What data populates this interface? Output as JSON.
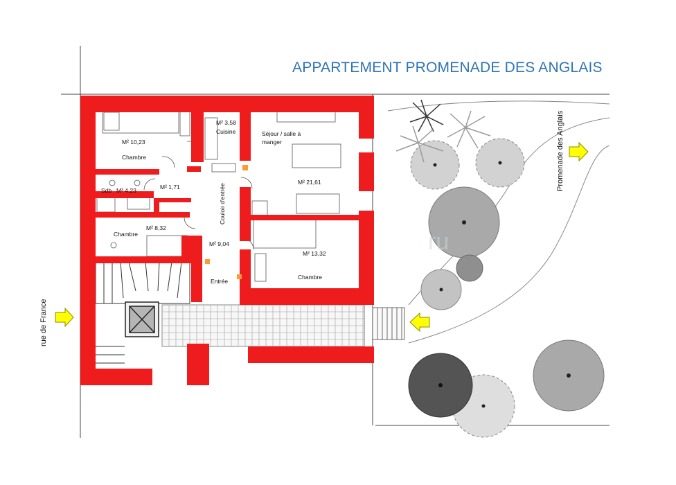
{
  "title": "APPARTEMENT PROMENADE DES ANGLAIS",
  "streets": {
    "left": "rue de France",
    "right": "Promenade des Anglais"
  },
  "rooms": [
    {
      "id": "chambre-1",
      "name": "Chambre",
      "area": "M² 10,23"
    },
    {
      "id": "cuisine",
      "name": "Cuisine",
      "area": "M² 3,58"
    },
    {
      "id": "sejour",
      "name_line1": "Séjour / salle à",
      "name_line2": "manger",
      "area": "M² 21,61"
    },
    {
      "id": "sdb",
      "name": "Sdb",
      "area": "M² 4,23"
    },
    {
      "id": "wc",
      "area": "M² 1,71"
    },
    {
      "id": "couloir",
      "name": "Couloir d'entrée"
    },
    {
      "id": "chambre-2",
      "name": "Chambre",
      "area": "M² 8,32"
    },
    {
      "id": "entree",
      "name": "Entrée",
      "area": "M² 9,04"
    },
    {
      "id": "chambre-3",
      "name": "Chambre",
      "area": "M² 13,32"
    }
  ],
  "watermark": "ru",
  "colors": {
    "wall": "#ee1c1c",
    "title": "#2e74b5",
    "arrow": "#ffff00",
    "tree_light": "#cfcfcf",
    "tree_mid": "#a8a8a8",
    "tree_dark": "#555555"
  },
  "icons": [
    "arrow-right-icon",
    "tree-icon",
    "palm-icon",
    "bed-icon",
    "elevator-icon"
  ]
}
